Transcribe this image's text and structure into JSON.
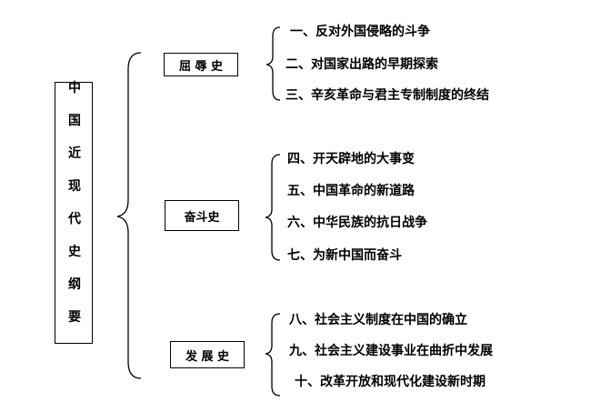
{
  "main_title_chars": [
    "中",
    "国",
    "近",
    "现",
    "代",
    "史",
    "纲",
    "要"
  ],
  "categories": [
    {
      "label": "屈 辱 史",
      "items": [
        "一、反对外国侵略的斗争",
        "二、对国家出路的早期探索",
        "三、辛亥革命与君主专制制度的终结"
      ]
    },
    {
      "label": "奋斗史",
      "items": [
        "四、开天辟地的大事变",
        "五、中国革命的新道路",
        "六、中华民族的抗日战争",
        "七、为新中国而奋斗"
      ]
    },
    {
      "label": "发 展 史",
      "items": [
        "八、社会主义制度在中国的确立",
        "九、社会主义建设事业在曲折中发展",
        "十、改革开放和现代化建设新时期"
      ]
    }
  ]
}
